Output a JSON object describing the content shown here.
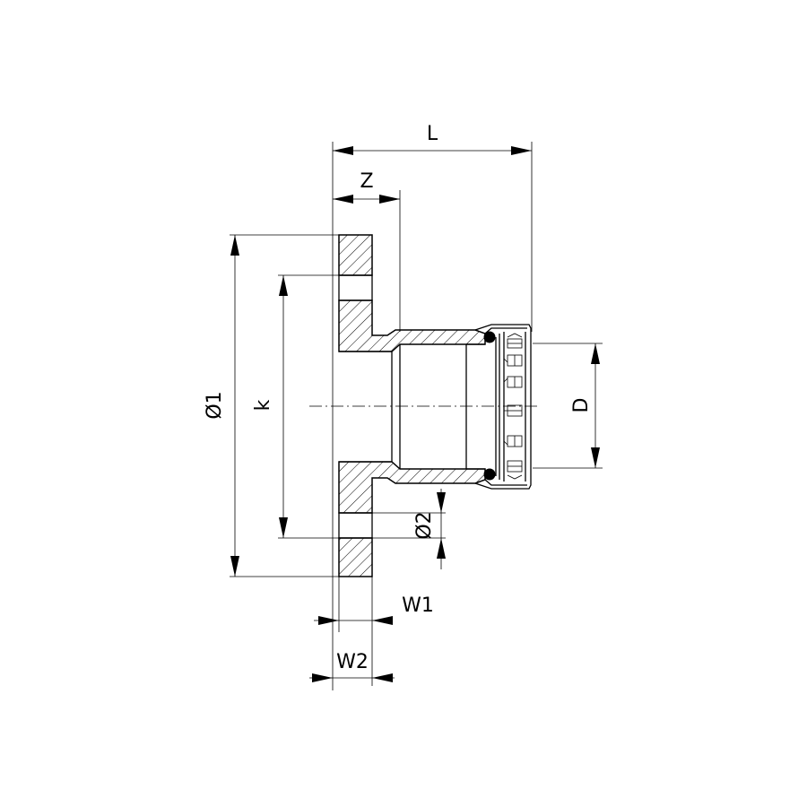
{
  "drawing": {
    "labels": {
      "L": "L",
      "Z": "Z",
      "D1": "Ø1",
      "k": "k",
      "D": "D",
      "D2": "Ø2",
      "W1": "W1",
      "W2": "W2"
    }
  }
}
